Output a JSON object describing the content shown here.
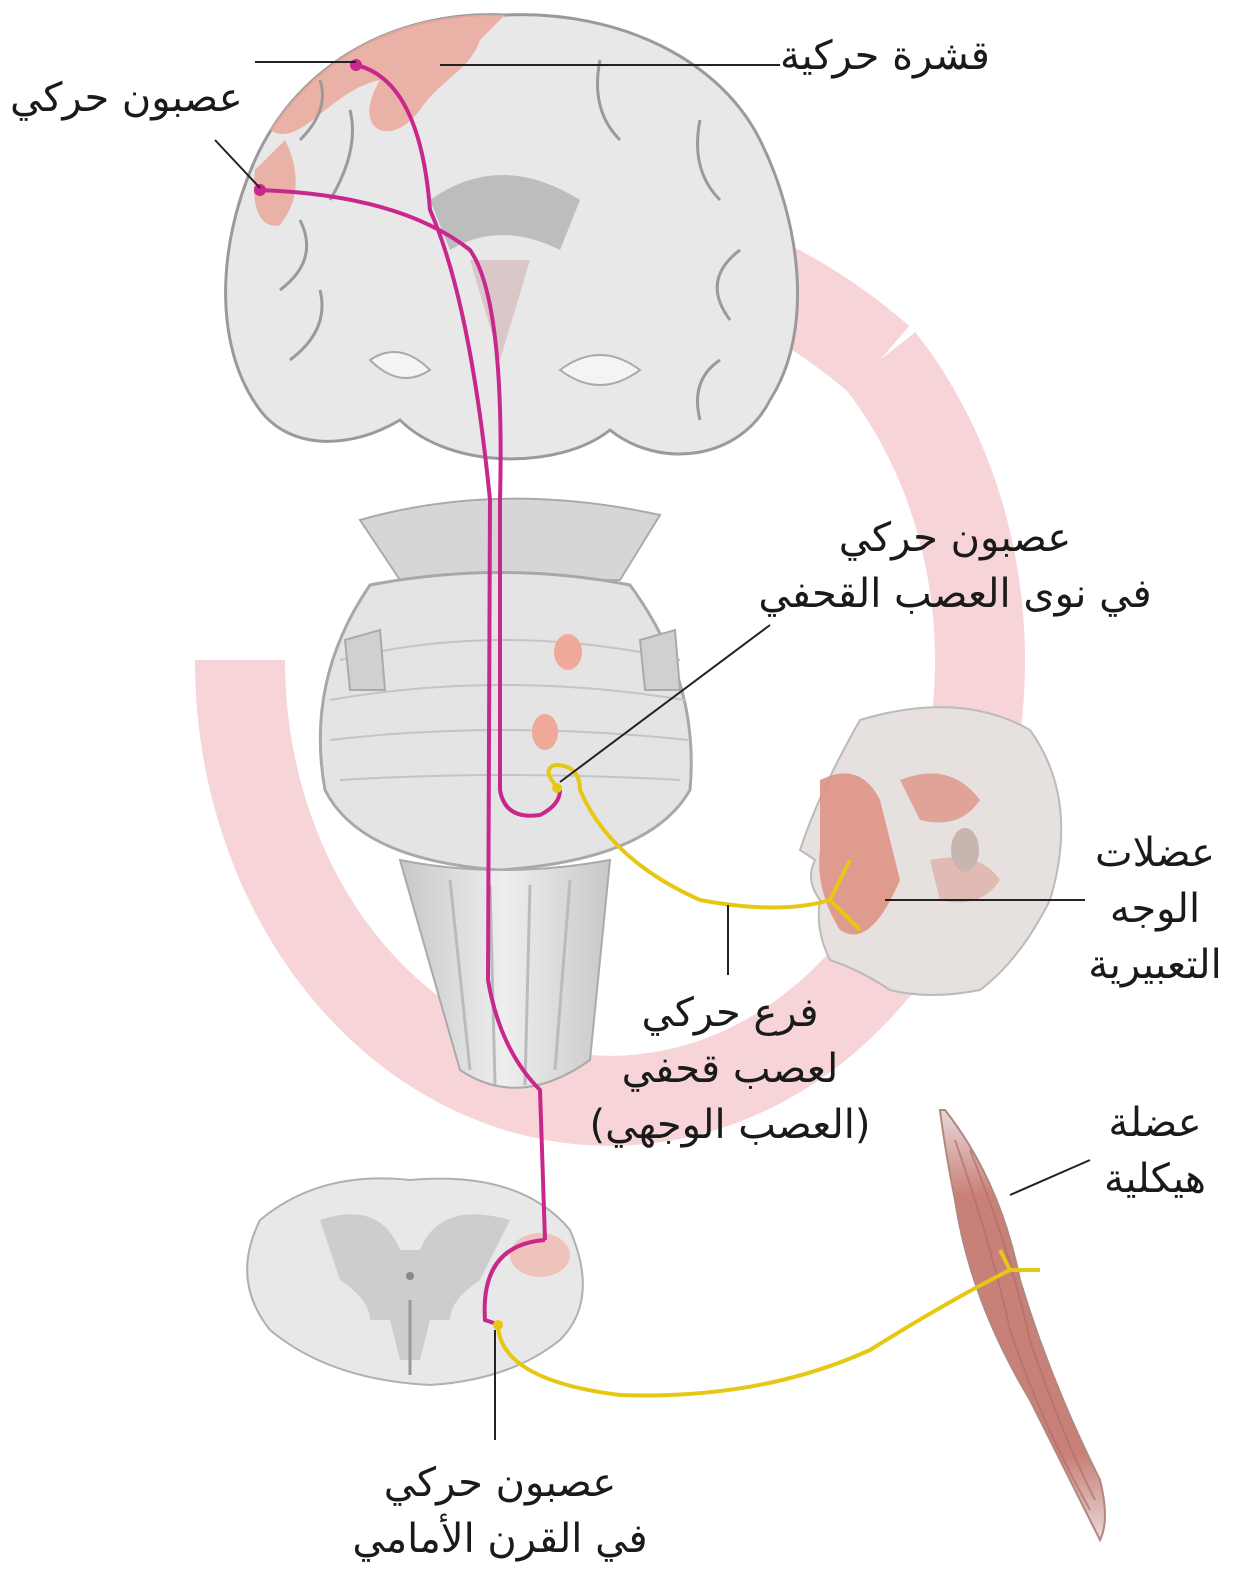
{
  "labels": {
    "motor_cortex": "قشرة حركية",
    "upper_motor_neuron": "عصبون حركي",
    "cranial_motor_neuron": [
      "عصبون حركي",
      "في نوى العصب القحفي"
    ],
    "facial_muscles": [
      "عضلات",
      "الوجه",
      "التعبيرية"
    ],
    "motor_branch": [
      "فرع حركي",
      "لعصب قحفي",
      "(العصب الوجهي)"
    ],
    "skeletal_muscle": [
      "عضلة",
      "هيكلية"
    ],
    "anterior_horn_neuron": [
      "عصبون حركي",
      "في القرن الأمامي"
    ]
  },
  "colors": {
    "upper_pathway": "#c8288c",
    "lower_pathway": "#e6c814",
    "cortex_highlight": "#eaa89a",
    "watermark": "#f2c4c8"
  }
}
